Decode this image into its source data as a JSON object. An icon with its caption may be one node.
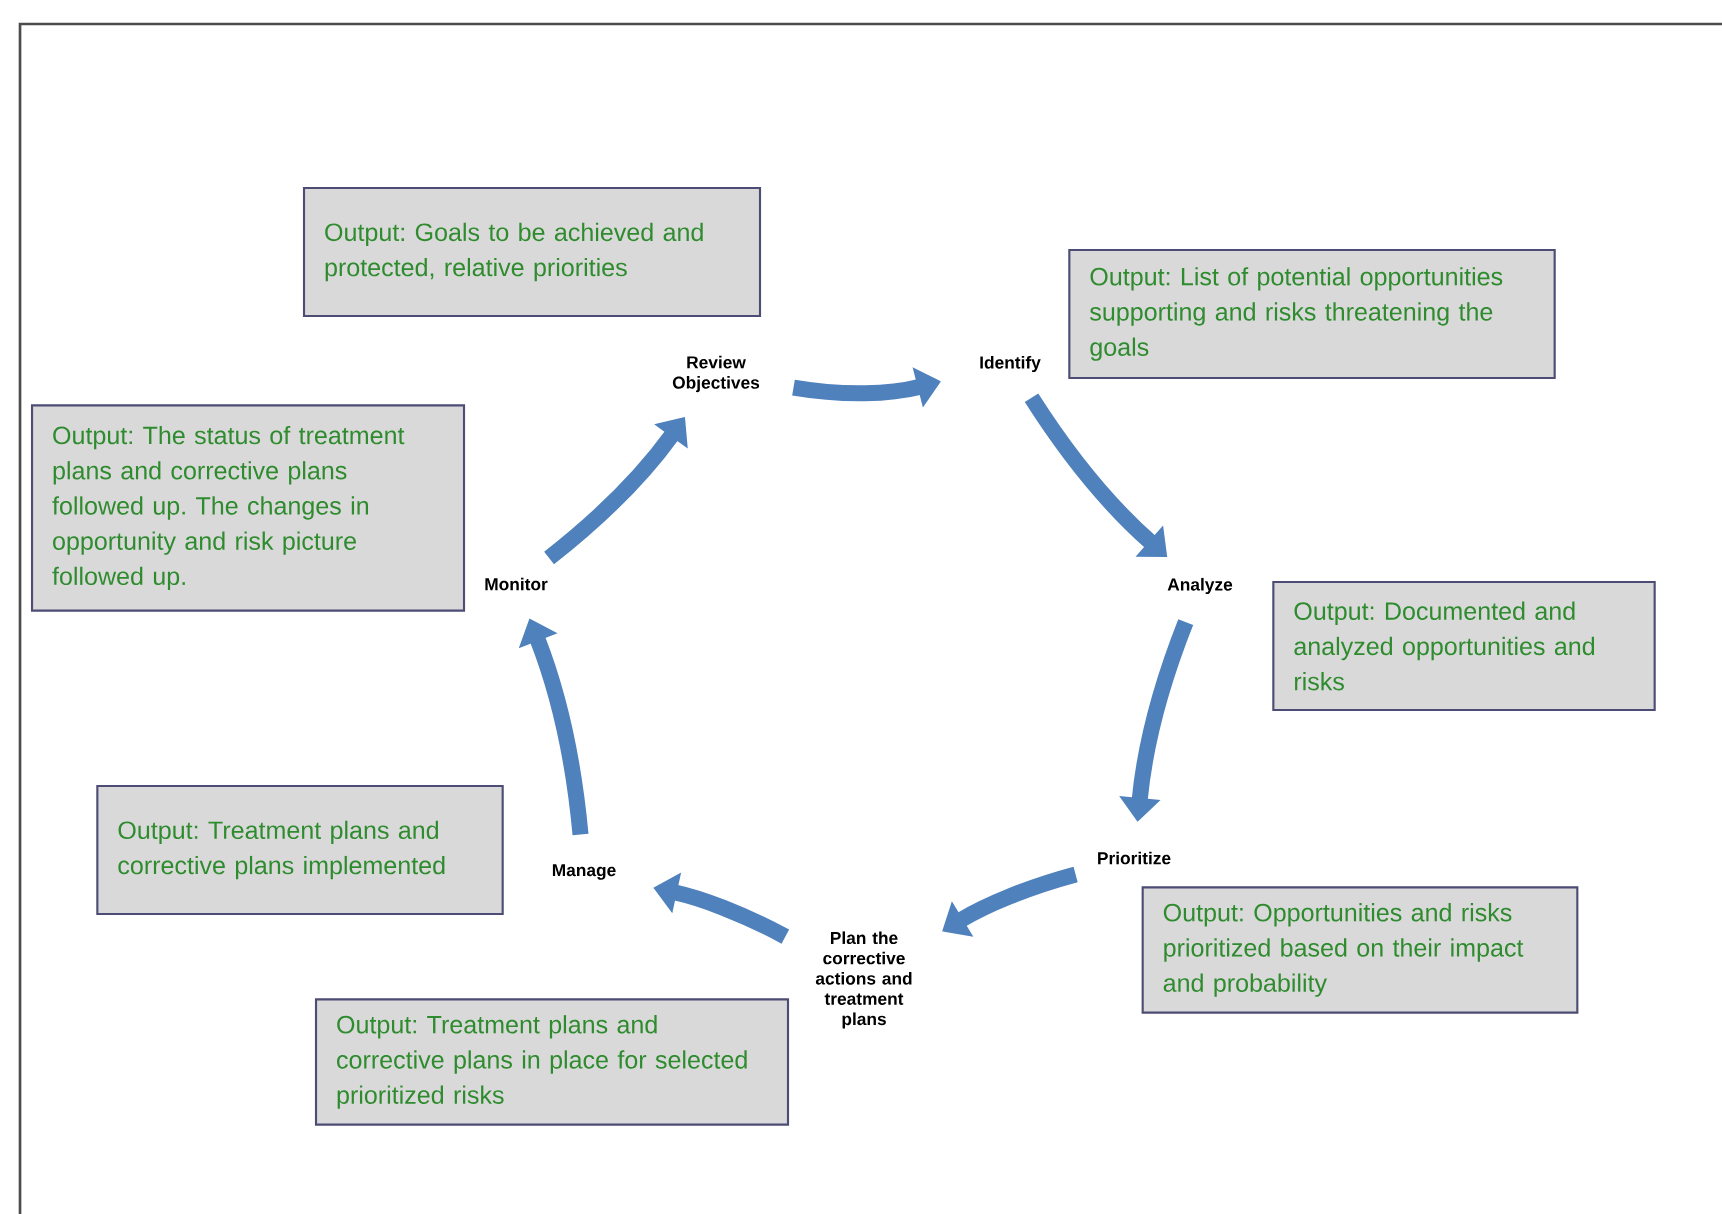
{
  "diagram": {
    "nodes": [
      {
        "text": [
          "Review Objectives"
        ]
      },
      {
        "text": [
          "Identify"
        ]
      },
      {
        "text": [
          "Analyze"
        ]
      },
      {
        "text": [
          "Prioritize"
        ]
      },
      {
        "text": [
          "Plan the corrective actions and treatment plans"
        ]
      },
      {
        "text": [
          "Manage"
        ]
      },
      {
        "text": [
          "Monitor"
        ]
      },
      {
        "text": [
          "Output: Goals to be achieved and protected, relative priorities"
        ]
      },
      {
        "text": [
          "Output: List of potential opportunities supporting and risks threatening the goals"
        ]
      },
      {
        "text": [
          "Output: Documented and analyzed opportunities and risks"
        ]
      },
      {
        "text": [
          "Output: Opportunities and risks prioritized based on their impact and probability"
        ]
      },
      {
        "text": [
          "Output: Treatment plans and corrective plans in place for selected prioritized risks"
        ]
      },
      {
        "text": [
          "Output: Treatment plans and corrective plans implemented"
        ]
      },
      {
        "text": [
          "Output: The status of treatment plans and corrective plans followed up. The changes in opportunity and risk picture followed up."
        ]
      }
    ],
    "edges": [
      {
        "from": 0,
        "to": 1,
        "arrow": "to"
      },
      {
        "from": 1,
        "to": 2,
        "arrow": "to"
      },
      {
        "from": 2,
        "to": 3,
        "arrow": "to"
      },
      {
        "from": 3,
        "to": 4,
        "arrow": "to"
      },
      {
        "from": 4,
        "to": 5,
        "arrow": "to"
      },
      {
        "from": 5,
        "to": 6,
        "arrow": "to"
      },
      {
        "from": 6,
        "to": 0,
        "arrow": "to"
      }
    ]
  }
}
